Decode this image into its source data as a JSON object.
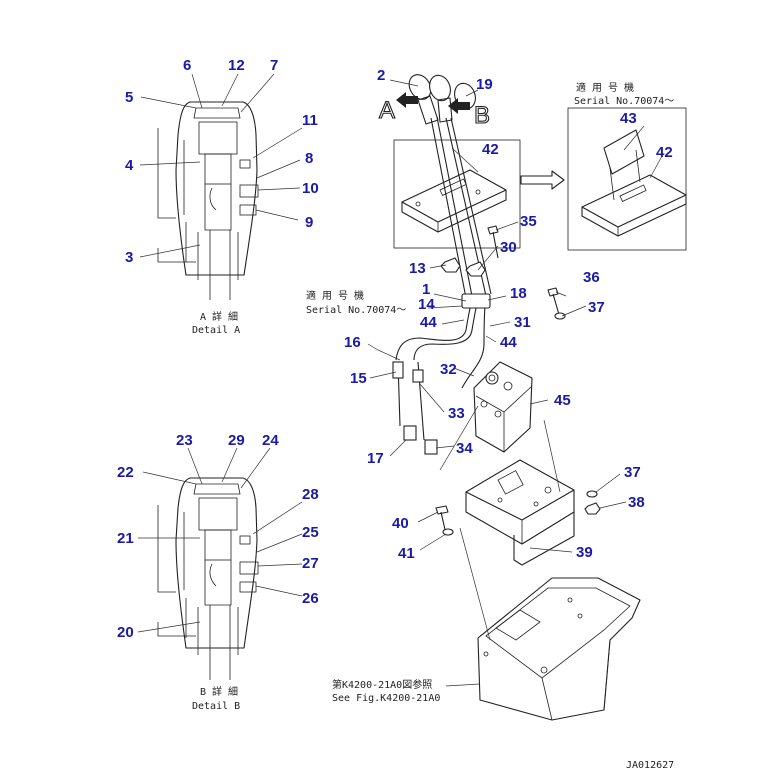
{
  "callouts": {
    "n1": "1",
    "n2": "2",
    "n3": "3",
    "n4": "4",
    "n5": "5",
    "n6": "6",
    "n7": "7",
    "n8": "8",
    "n9": "9",
    "n10": "10",
    "n11": "11",
    "n12": "12",
    "n13": "13",
    "n14": "14",
    "n15": "15",
    "n16": "16",
    "n17": "17",
    "n18": "18",
    "n19": "19",
    "n20": "20",
    "n21": "21",
    "n22": "22",
    "n23": "23",
    "n24": "24",
    "n25": "25",
    "n26": "26",
    "n27": "27",
    "n28": "28",
    "n29": "29",
    "n30": "30",
    "n31": "31",
    "n32": "32",
    "n33": "33",
    "n34": "34",
    "n35": "35",
    "n36": "36",
    "n37a": "37",
    "n37b": "37",
    "n38": "38",
    "n39": "39",
    "n40": "40",
    "n41": "41",
    "n42a": "42",
    "n42b": "42",
    "n43": "43",
    "n44a": "44",
    "n44b": "44",
    "n45": "45"
  },
  "captions": {
    "detail_a_jp": "A 詳 細",
    "detail_a_en": "Detail A",
    "detail_b_jp": "B 詳 細",
    "detail_b_en": "Detail B",
    "serial_jp_1": "適 用 号 機",
    "serial_en_1": "Serial No.70074～",
    "serial_jp_2": "適 用 号 機",
    "serial_en_2": "Serial No.70074～",
    "fig_ref_jp": "第K4200-21A0図参照",
    "fig_ref_en": "See Fig.K4200-21A0",
    "view_a": "A",
    "view_b": "B",
    "drawing_code": "JA012627"
  },
  "colors": {
    "callout": "#1a1aa8",
    "line": "#222222"
  }
}
